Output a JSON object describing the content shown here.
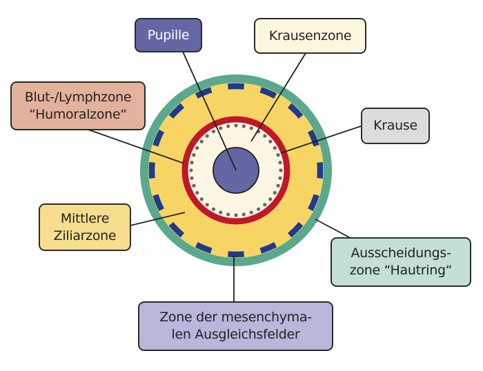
{
  "title": "Iris zones diagram",
  "colors": {
    "outer_ring": "#5aa88e",
    "ciliary_zone": "#f7d565",
    "dashes": "#203a8c",
    "krause_ring": "#c0182a",
    "krause_dots": "#666666",
    "krausenzone": "#fdf6e3",
    "pupil": "#6467a4",
    "outline": "#1f1f1f",
    "leader_line": "#1f1f1f"
  },
  "structure": {
    "outer_dash_count": 16,
    "krause_dot_count": 36
  },
  "labels": [
    {
      "id": "pupille",
      "text": "Pupille",
      "fill": "#6467a4",
      "target": "pupil"
    },
    {
      "id": "krausenzone",
      "text": "Krausenzone",
      "fill": "#fdf6e0",
      "target": "krausenzone"
    },
    {
      "id": "blut",
      "text": "Blut-/Lymphzone\n“Humoralzone“",
      "fill": "#e3b29c",
      "target": "krause-ring-outer"
    },
    {
      "id": "krause",
      "text": "Krause",
      "fill": "#dcdcdc",
      "target": "krause-dots"
    },
    {
      "id": "mittlere",
      "text": "Mittlere\nZiliarzone",
      "fill": "#f7de8e",
      "target": "ciliary-zone"
    },
    {
      "id": "ausscheidung",
      "text": "Ausscheidungs-\nzone “Hautring“",
      "fill": "#c4e0d4",
      "target": "outer-ring"
    },
    {
      "id": "mesenchym",
      "text": "Zone der mesenchyma-\nlen Ausgleichsfelder",
      "fill": "#b8b6db",
      "target": "dashes"
    }
  ]
}
